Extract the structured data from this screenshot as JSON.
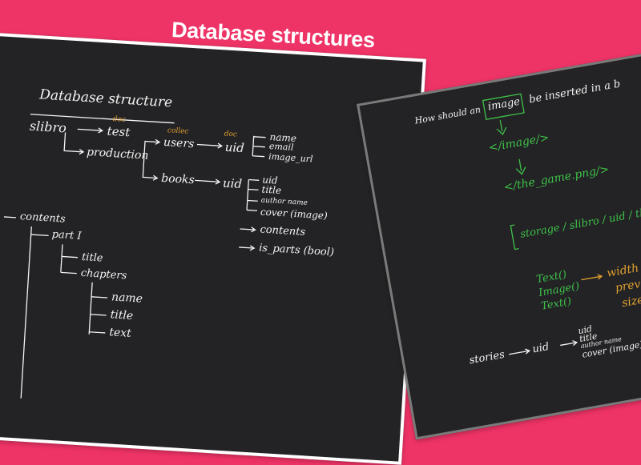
{
  "page": {
    "title": "Database structures"
  },
  "colors": {
    "background": "#ee3366",
    "board": "#232325",
    "chalk": "#f4f4f4",
    "annotation": "#e0a030",
    "green": "#3fc24a"
  },
  "left_board": {
    "heading": "Database structure",
    "root": "slibro",
    "test_tag": "doc",
    "test": "test",
    "production": "production",
    "users_tag": "collec",
    "users": "users",
    "uid_tag": "doc",
    "uid": "uid",
    "user_fields": [
      "name",
      "email",
      "image_url"
    ],
    "books": "books",
    "books_uid": "uid",
    "book_fields": [
      "uid",
      "title",
      "author name",
      "cover (image)",
      "contents",
      "is_parts (bool)"
    ],
    "contents_tree": {
      "root": "contents",
      "part": "part I",
      "part_children": [
        "title",
        "chapters"
      ],
      "chapter_children": [
        "name",
        "title",
        "text"
      ]
    }
  },
  "right_board": {
    "question": [
      "How should an",
      "image",
      "be inserted in a b"
    ],
    "steps": [
      "</image/>",
      "</the_game.png/>",
      "storage / slibro / uid / the_game"
    ],
    "widgets": [
      "Text()",
      "Image()",
      "Text()"
    ],
    "notes": [
      "width / height to b",
      "prevent over",
      "sized image"
    ],
    "stories": {
      "label": "stories",
      "uid": "uid",
      "fields": [
        "uid",
        "title",
        "author name",
        "cover (image)"
      ]
    }
  }
}
